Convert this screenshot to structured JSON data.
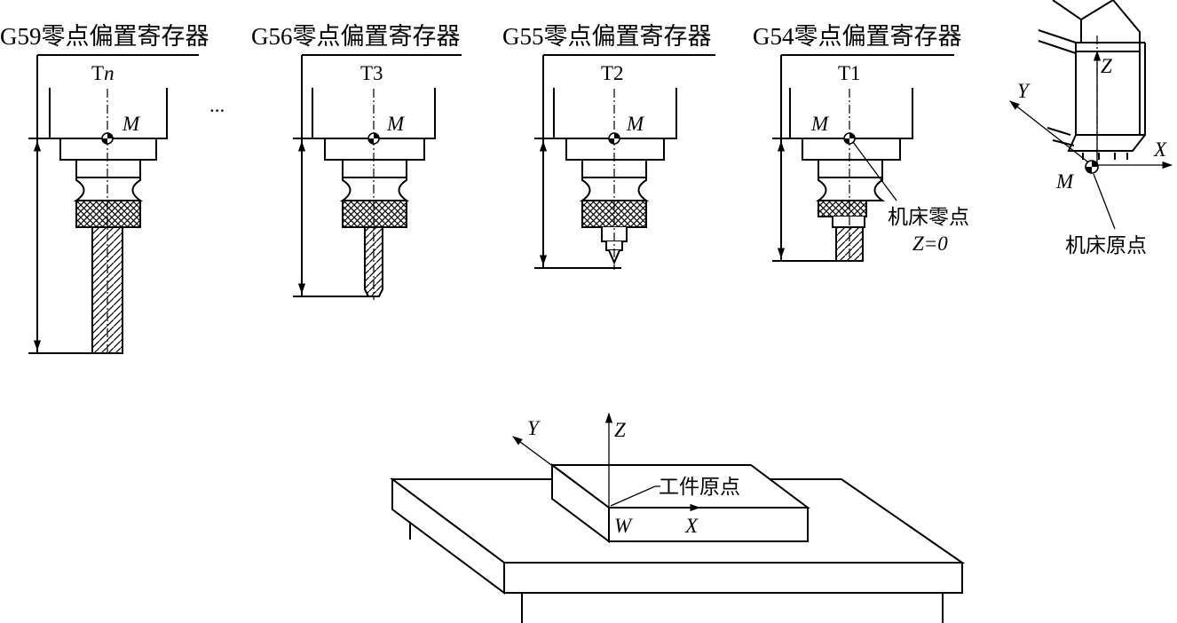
{
  "registers": [
    {
      "heading": "G59零点偏置寄存器",
      "tool": "Tn",
      "origin": "M"
    },
    {
      "heading": "G56零点偏置寄存器",
      "tool": "T3",
      "origin": "M"
    },
    {
      "heading": "G55零点偏置寄存器",
      "tool": "T2",
      "origin": "M"
    },
    {
      "heading": "G54零点偏置寄存器",
      "tool": "T1",
      "origin": "M"
    }
  ],
  "ellipsis": "...",
  "zero_callout": {
    "line1": "机床零点",
    "line2": "Z=0"
  },
  "machine": {
    "z": "Z",
    "y": "Y",
    "x": "X",
    "m": "M",
    "caption": "机床原点"
  },
  "workpiece": {
    "z": "Z",
    "y": "Y",
    "x": "X",
    "w": "W",
    "caption": "工件原点"
  }
}
